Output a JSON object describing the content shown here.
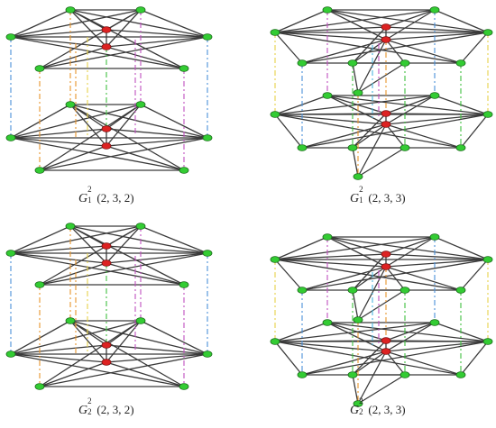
{
  "colors": {
    "edge": "#3a3a3a",
    "node_green": "#33cc33",
    "node_red": "#dd2222",
    "node_stroke": "#1a6b1a",
    "dash_palette": [
      "#4a90d9",
      "#e8952b",
      "#3fbf3f",
      "#c050c0",
      "#e8d24a",
      "#4ab5e0"
    ]
  },
  "panels": [
    {
      "id": "p1",
      "caption": {
        "symbol": "G",
        "sup": "2",
        "sub": "1",
        "args": "(2, 3, 2)"
      }
    },
    {
      "id": "p2",
      "caption": {
        "symbol": "G",
        "sup": "2",
        "sub": "1",
        "args": "(2, 3, 3)"
      }
    },
    {
      "id": "p3",
      "caption": {
        "symbol": "G",
        "sup": "2",
        "sub": "2",
        "args": "(2, 3, 2)"
      }
    },
    {
      "id": "p4",
      "caption": {
        "symbol": "G",
        "sup": "2",
        "sub": "2",
        "args": "(2, 3, 3)"
      }
    }
  ]
}
